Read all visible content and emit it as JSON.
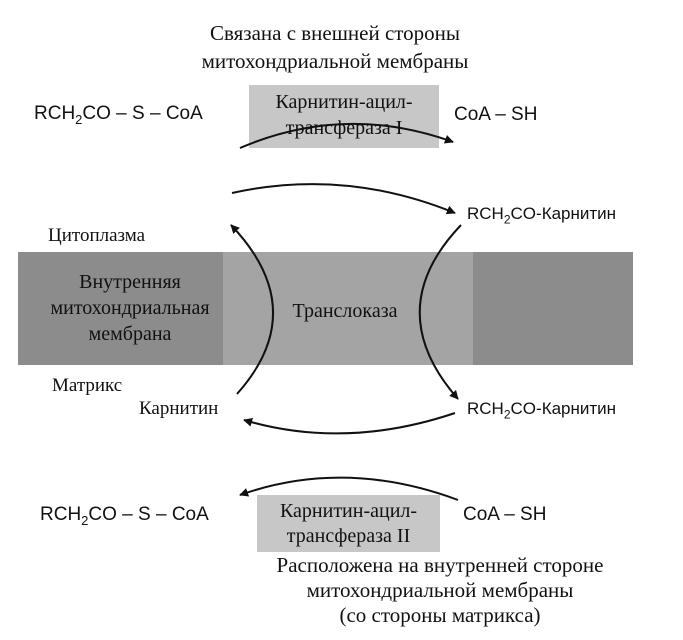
{
  "top_note": {
    "line1": "Связана с внешней стороны",
    "line2": "митохондриальной мембраны"
  },
  "bottom_note": {
    "line1": "Расположена на внутренней стороне",
    "line2": "митохондриальной мембраны",
    "line3": "(со стороны матрикса)"
  },
  "enzyme1": {
    "line1": "Карнитин-ацил-",
    "line2": "трансфераза I"
  },
  "enzyme2": {
    "line1": "Карнитин-ацил-",
    "line2": "трансфераза II"
  },
  "cytoplasm_label": "Цитоплазма",
  "matrix_label": "Матрикс",
  "membrane_label": {
    "line1": "Внутренняя",
    "line2": "митохондриальная",
    "line3": "мембрана"
  },
  "translocase_label": "Транслоказа",
  "carnitine_left": "Карнитин",
  "acyl_carnitine_upper": {
    "prefix": "RCH",
    "sub": "2",
    "suffix": "CO-Карнитин"
  },
  "acyl_carnitine_lower": {
    "prefix": "RCH",
    "sub": "2",
    "suffix": "CO-Карнитин"
  },
  "acyl_coa_top": {
    "prefix": "RCH",
    "sub": "2",
    "suffix": "CO – S – CoA"
  },
  "acyl_coa_bottom": {
    "prefix": "RCH",
    "sub": "2",
    "suffix": "CO – S – CoA"
  },
  "coash_top": "CoA – SH",
  "coash_bottom": "CoA – SH",
  "colors": {
    "membrane": "#8c8c8c",
    "membrane_center": "#a4a4a4",
    "enzyme_box": "#c7c7c7"
  }
}
